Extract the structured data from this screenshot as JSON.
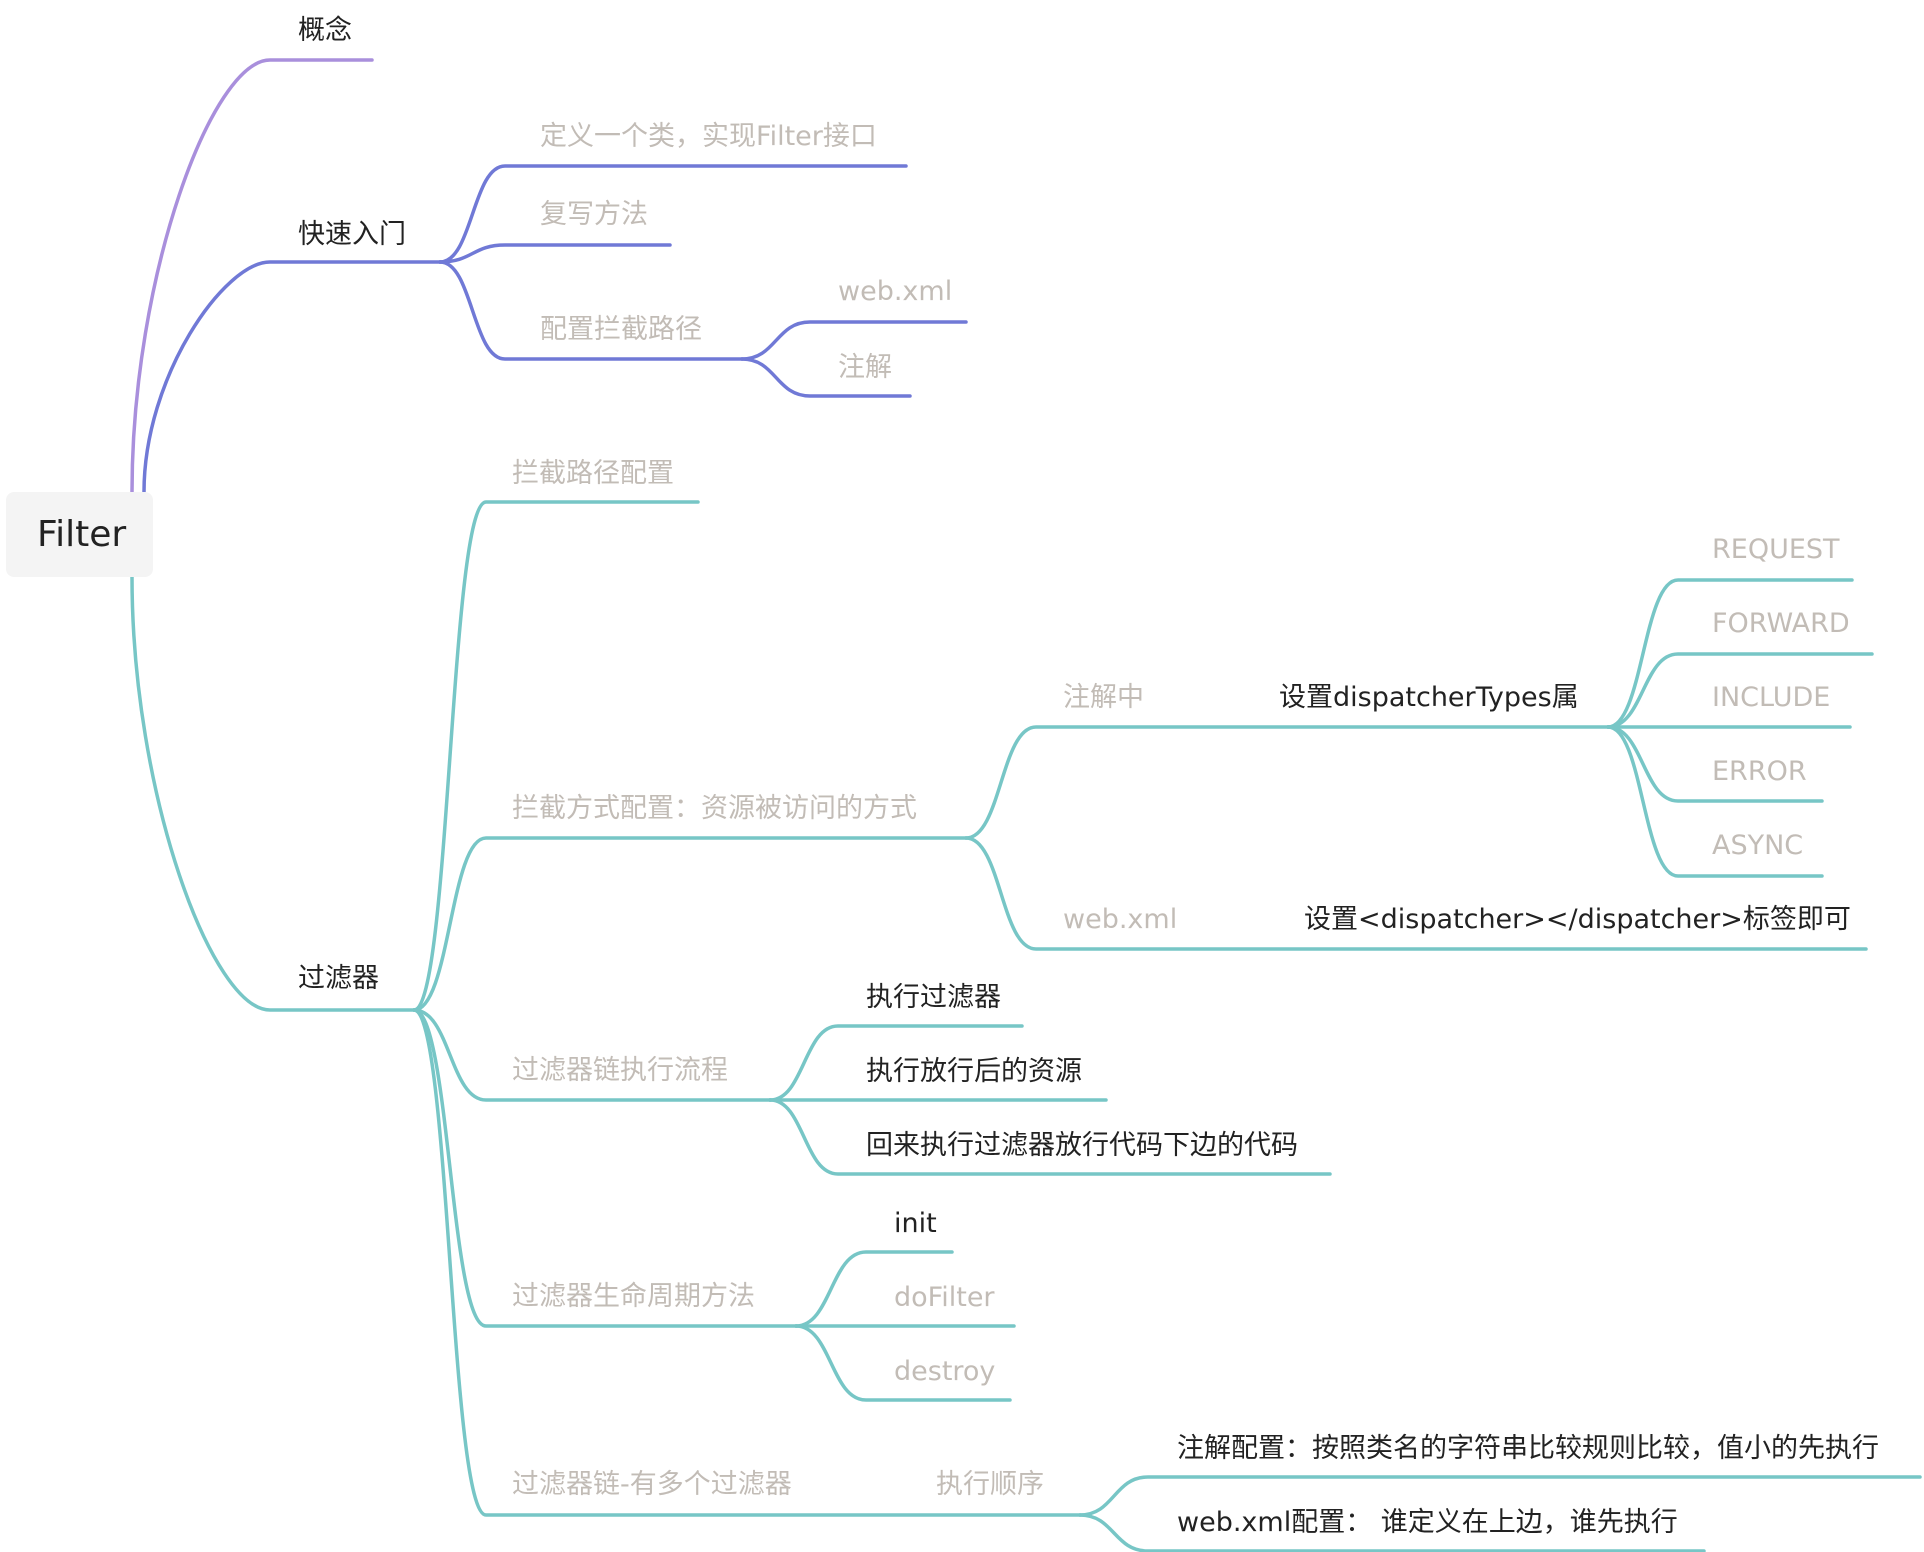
{
  "colors": {
    "purple": "#a98fdc",
    "indigo": "#7079d6",
    "teal": "#77c6c6",
    "label_dark": "#222222",
    "label_gray": "#c2bcb6",
    "root_bg": "#f4f4f4"
  },
  "root": {
    "label": "Filter"
  },
  "nodes": {
    "concept": "概念",
    "quickstart": "快速入门",
    "qs_define": "定义一个类，实现Filter接口",
    "qs_override": "复写方法",
    "qs_config": "配置拦截路径",
    "qs_cfg_webxml": "web.xml",
    "qs_cfg_anno": "注解",
    "filter": "过滤器",
    "f_path": "拦截路径配置",
    "f_mode": "拦截方式配置：资源被访问的方式",
    "f_mode_anno": "注解中",
    "f_mode_anno_set": "设置dispatcherTypes属",
    "dt_request": "REQUEST",
    "dt_forward": "FORWARD",
    "dt_include": "INCLUDE",
    "dt_error": "ERROR",
    "dt_async": "ASYNC",
    "f_mode_webxml": "web.xml",
    "f_mode_webxml_set": "设置<dispatcher></dispatcher>标签即可",
    "f_chain_flow": "过滤器链执行流程",
    "flow_1": "执行过滤器",
    "flow_2": "执行放行后的资源",
    "flow_3": "回来执行过滤器放行代码下边的代码",
    "f_lifecycle": "过滤器生命周期方法",
    "lc_init": "init",
    "lc_dofilter": "doFilter",
    "lc_destroy": "destroy",
    "f_multi": "过滤器链-有多个过滤器",
    "multi_order": "执行顺序",
    "order_anno": "注解配置：按照类名的字符串比较规则比较，值小的先执行",
    "order_webxml": "web.xml配置： 谁定义在上边，谁先执行"
  }
}
